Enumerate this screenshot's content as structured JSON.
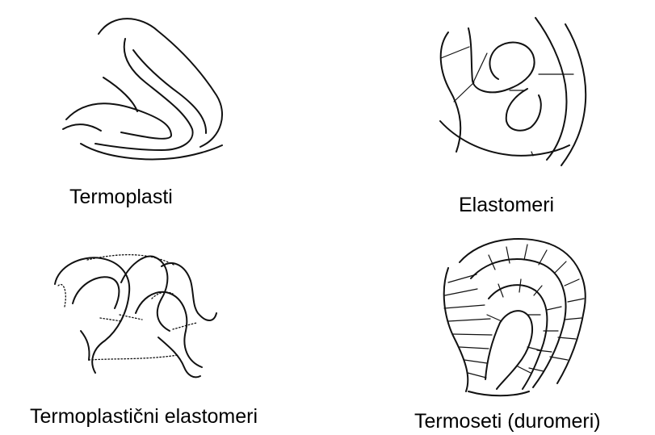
{
  "diagram": {
    "panels": [
      {
        "id": "termoplasti",
        "label": "Termoplasti",
        "illustration": "linear-polymer-chains-icon"
      },
      {
        "id": "elastomeri",
        "label": "Elastomeri",
        "illustration": "lightly-crosslinked-chains-icon"
      },
      {
        "id": "termoplasticni-elastomeri",
        "label": "Termoplastični elastomeri",
        "illustration": "physically-crosslinked-chains-icon"
      },
      {
        "id": "termoseti",
        "label": "Termoseti (duromeri)",
        "illustration": "densely-crosslinked-chains-icon"
      }
    ]
  }
}
